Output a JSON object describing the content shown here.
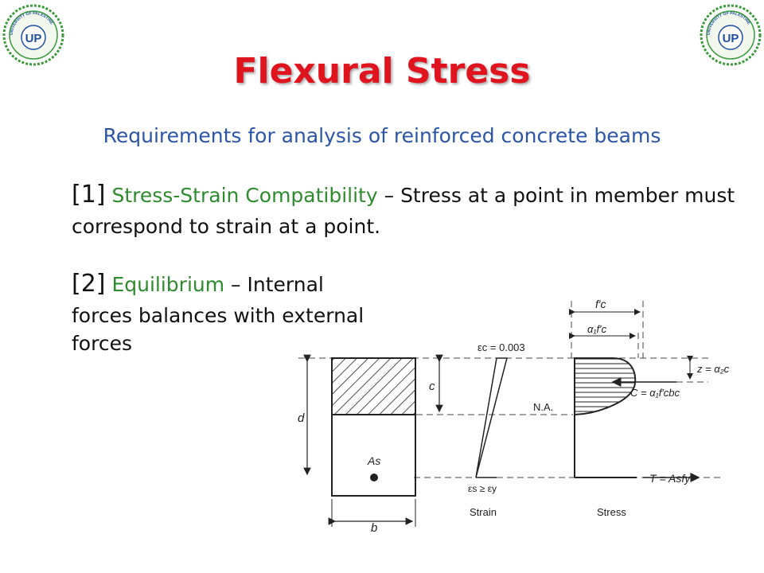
{
  "header": {
    "title": "Flexural Stress",
    "subtitle": "Requirements for analysis of reinforced concrete beams",
    "logo_text": "UP",
    "logo_arc_text": "UNIVERSITY OF PALESTINE"
  },
  "items": [
    {
      "number": "[1]",
      "term": "Stress-Strain Compatibility",
      "text": " – Stress at a point in member must correspond to strain at a point."
    },
    {
      "number": "[2]",
      "term": "Equilibrium",
      "text": " – Internal forces balances with external forces"
    }
  ],
  "diagram": {
    "labels": {
      "fc": "f′c",
      "alpha_fc": "α₁f′c",
      "eps_c": "εc = 0.003",
      "c": "c",
      "d": "d",
      "b": "b",
      "as": "As",
      "na": "N.A.",
      "z": "z = α₂c",
      "C": "C = α₁f′cbc",
      "T": "T = Asfy",
      "eps_s": "εs ≥ εy",
      "strain": "Strain",
      "stress": "Stress"
    }
  },
  "colors": {
    "title": "#e0141e",
    "subtitle": "#2b55a6",
    "term": "#2e8b2e",
    "logo_green": "#3a9a3a",
    "logo_blue": "#1f4fa0"
  }
}
